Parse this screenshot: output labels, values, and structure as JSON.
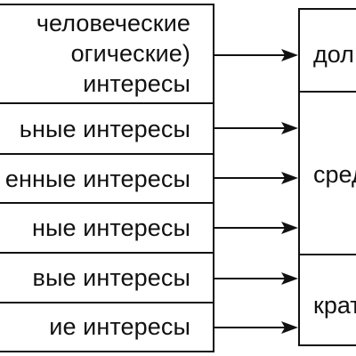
{
  "left_items": [
    {
      "lines": [
        "человеческие",
        "огические)",
        "интересы"
      ]
    },
    {
      "lines": [
        "ьные интересы"
      ]
    },
    {
      "lines": [
        "енные интересы"
      ]
    },
    {
      "lines": [
        "ные интересы"
      ]
    },
    {
      "lines": [
        "вые интересы"
      ]
    },
    {
      "lines": [
        "ие интересы"
      ]
    }
  ],
  "right_items": [
    {
      "text": "дол"
    },
    {
      "text": "сред"
    },
    {
      "text": "крат"
    }
  ],
  "colors": {
    "line": "#111111",
    "text": "#111111",
    "background": "#ffffff"
  }
}
